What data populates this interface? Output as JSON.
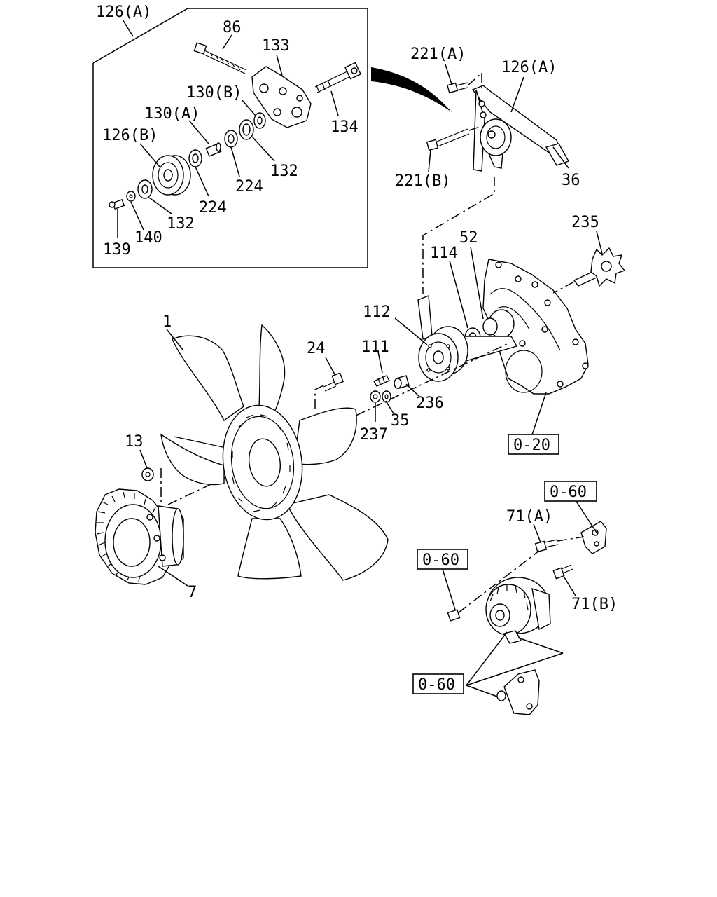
{
  "labels": {
    "l_126a_top": "126(A)",
    "l_86": "86",
    "l_133": "133",
    "l_130b": "130(B)",
    "l_130a": "130(A)",
    "l_126b": "126(B)",
    "l_134": "134",
    "l_132a": "132",
    "l_224a": "224",
    "l_224b": "224",
    "l_132b": "132",
    "l_140": "140",
    "l_139": "139",
    "l_221a": "221(A)",
    "l_126a_right": "126(A)",
    "l_221b": "221(B)",
    "l_36": "36",
    "l_235": "235",
    "l_52": "52",
    "l_114": "114",
    "l_112": "112",
    "l_1": "1",
    "l_24": "24",
    "l_111": "111",
    "l_236": "236",
    "l_35": "35",
    "l_237": "237",
    "l_13": "13",
    "l_7": "7",
    "l_71a": "71(A)",
    "l_71b": "71(B)"
  },
  "references": {
    "ref_020": "0-20",
    "ref_060_top": "0-60",
    "ref_060_mid": "0-60",
    "ref_060_bottom": "0-60"
  }
}
